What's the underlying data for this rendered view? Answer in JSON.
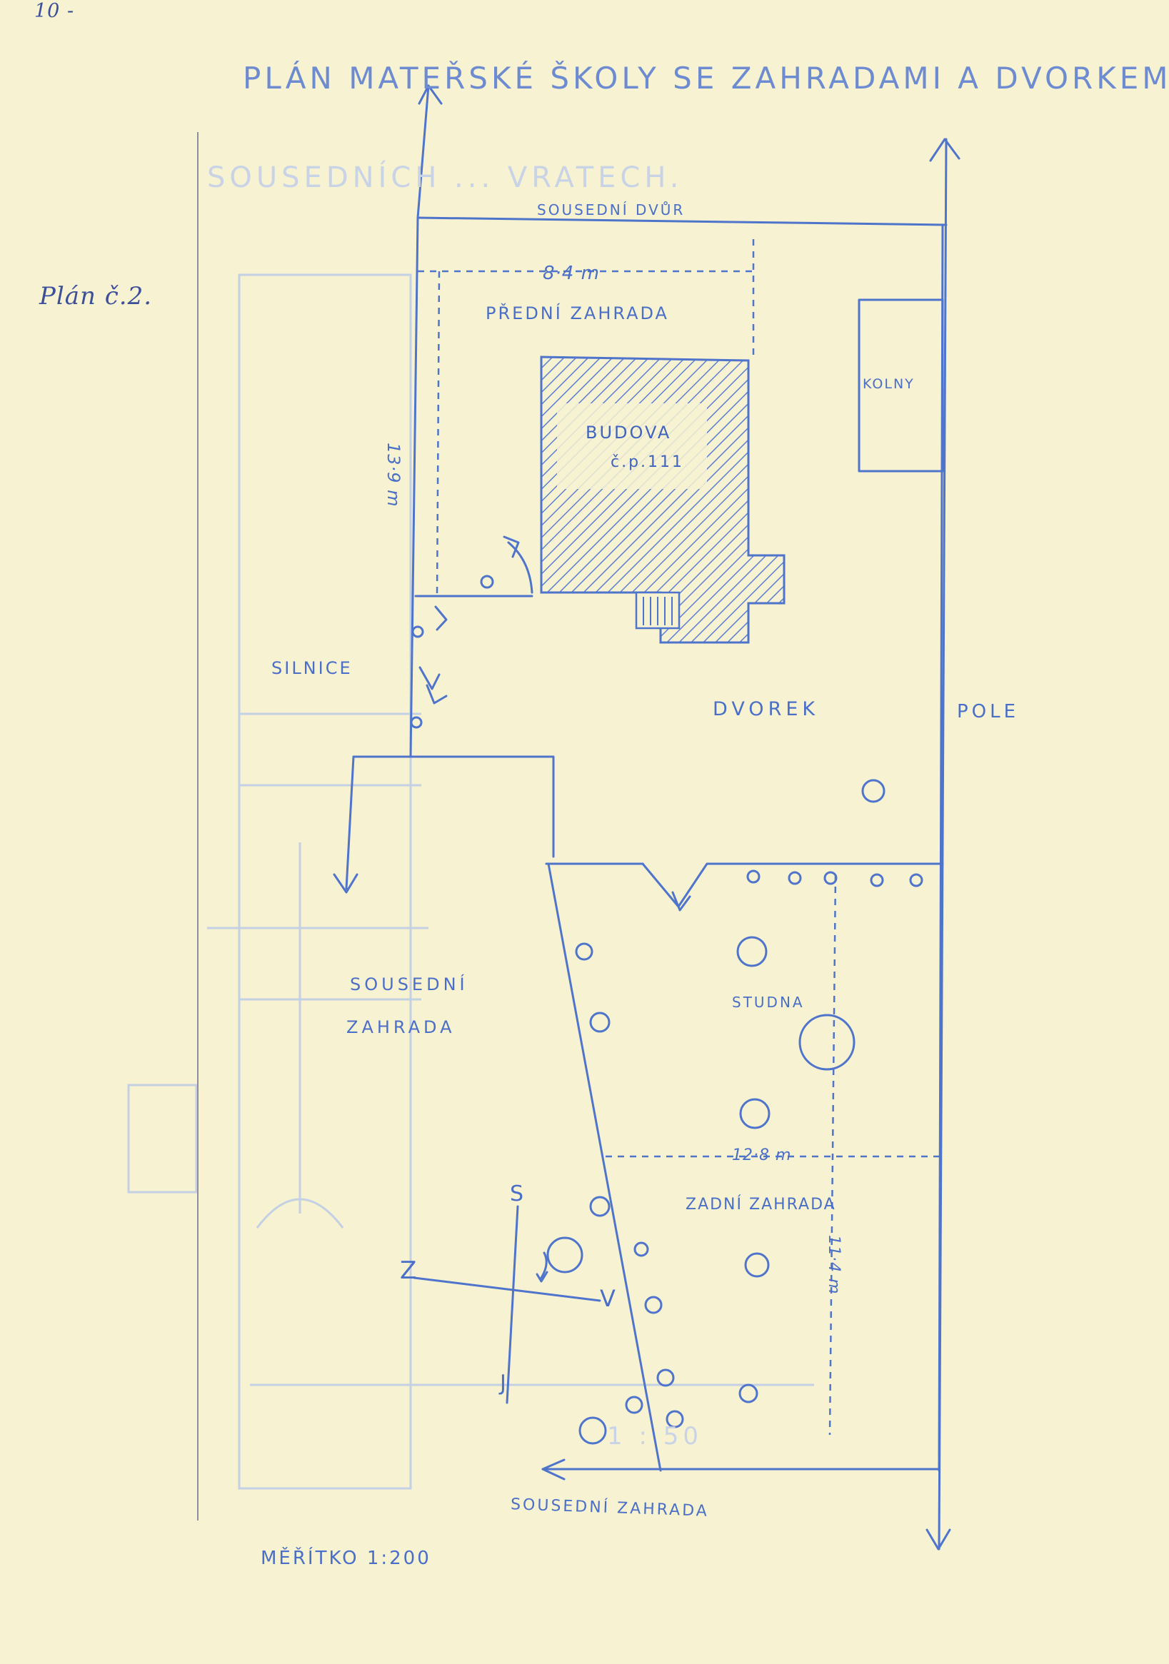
{
  "page_number": "10 -",
  "plan_note": "Plán č.2.",
  "title": "PLÁN MATEŘSKÉ ŠKOLY SE ZAHRADAMI A DVORKEM.",
  "labels": {
    "neighbor_yard": "SOUSEDNÍ DVŮR",
    "front_garden": "PŘEDNÍ ZAHRADA",
    "front_width": "8·4 m",
    "front_depth": "13·9 m",
    "building": "BUDOVA",
    "building_number": "č.p.111",
    "sheds": "KOLNY",
    "road": "SILNICE",
    "yard": "DVOREK",
    "field": "POLE",
    "neighbor_garden_west_1": "SOUSEDNÍ",
    "neighbor_garden_west_2": "ZAHRADA",
    "well": "STUDNA",
    "rear_width": "12·8 m",
    "rear_garden": "ZADNÍ ZAHRADA",
    "rear_depth": "11·4 m",
    "compass_s": "S",
    "compass_z": "Z",
    "compass_v": "V",
    "compass_j": "J",
    "neighbor_garden_south": "SOUSEDNÍ ZAHRADA",
    "scale": "MĚŘÍTKO 1:200"
  },
  "ghost_text": {
    "bleed_title": "SOUSEDNÍCH ... VRATECH.",
    "bleed_scale": "1 : 50"
  },
  "colors": {
    "paper": "#f7f2d2",
    "ink": "#4f74cc",
    "pen": "#3c4f9a",
    "ghost": "#c4d0e4"
  }
}
